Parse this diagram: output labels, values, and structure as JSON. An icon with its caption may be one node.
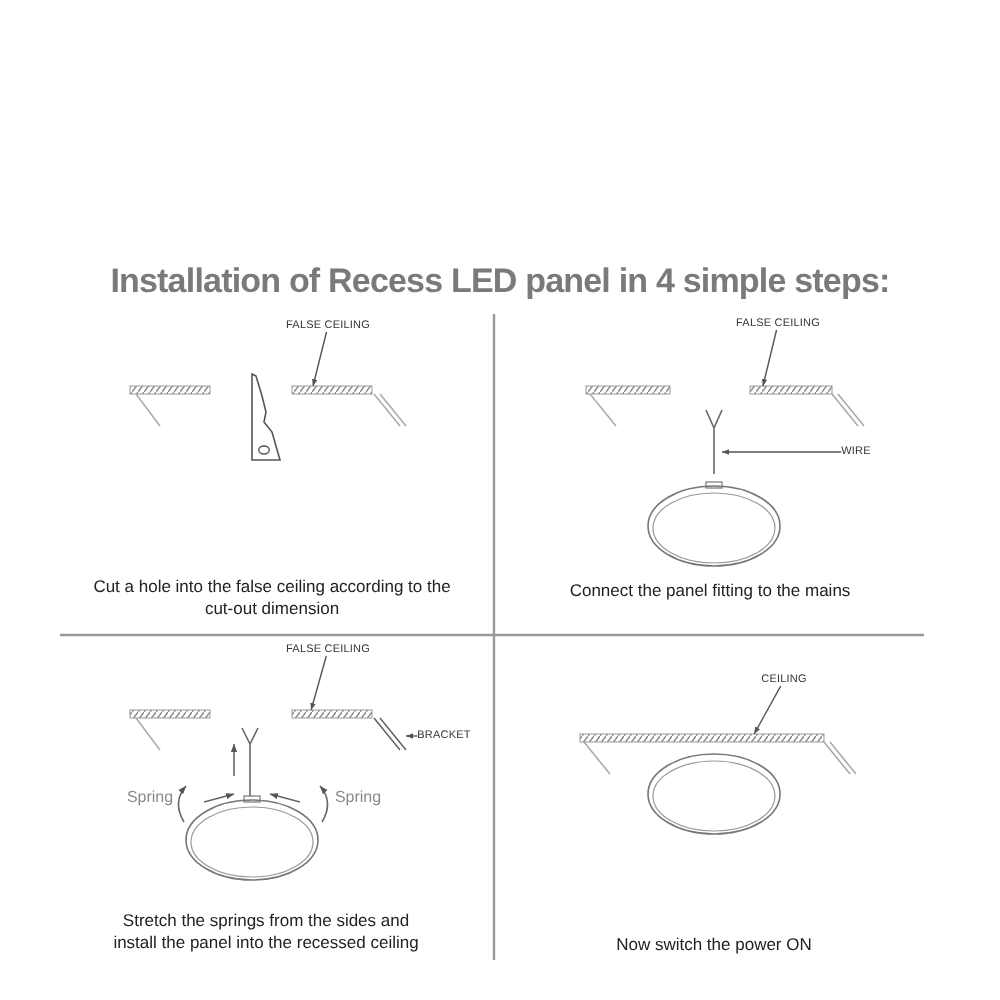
{
  "diagram": {
    "title": "Installation of Recess LED panel in 4 simple steps:",
    "nodes": [
      {
        "text": [
          "FALSE CEILING"
        ]
      },
      {
        "text": [],
        "shape": "bar"
      },
      {
        "text": [
          "FALSE CEILING"
        ]
      },
      {
        "text": [],
        "shape": "bar"
      },
      {
        "text": [
          "WIRE"
        ]
      },
      {
        "text": [],
        "shape": "line"
      },
      {
        "text": [
          "FALSE CEILING"
        ]
      },
      {
        "text": [],
        "shape": "bar"
      },
      {
        "text": [
          "BRACKET"
        ]
      },
      {
        "text": [],
        "shape": "line"
      },
      {
        "text": [
          "CEILING"
        ]
      },
      {
        "text": [],
        "shape": "bar"
      }
    ],
    "edges": [
      {
        "from": 0,
        "to": 1,
        "arrow": "to"
      },
      {
        "from": 2,
        "to": 3,
        "arrow": "to"
      },
      {
        "from": 4,
        "to": 5,
        "arrow": "to"
      },
      {
        "from": 6,
        "to": 7,
        "arrow": "to"
      },
      {
        "from": 8,
        "to": 9,
        "arrow": "to"
      },
      {
        "from": 10,
        "to": 11,
        "arrow": "to"
      }
    ],
    "labels": [
      "Cut a hole into the false ceiling according to the cut-out dimension",
      "Connect the panel fitting to the mains",
      "Spring",
      "Spring",
      "Stretch the springs from the sides and install the panel into the recessed ceiling",
      "Now switch the power ON"
    ]
  }
}
